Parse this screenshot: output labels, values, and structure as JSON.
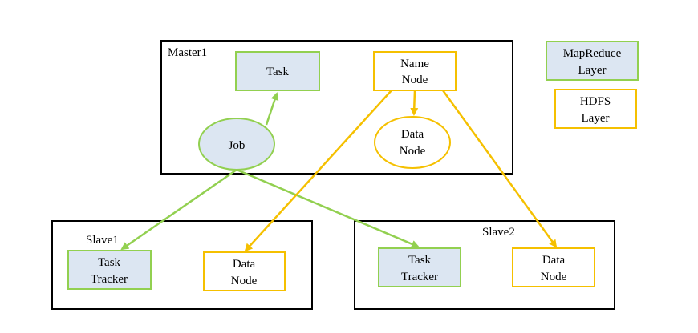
{
  "colors": {
    "mapreduce_stroke": "#92d050",
    "mapreduce_fill": "#dce6f2",
    "hdfs_stroke": "#f5c000",
    "hdfs_fill": "#ffffff",
    "container_stroke": "#000000"
  },
  "containers": {
    "master": "Master1",
    "slave1": "Slave1",
    "slave2": "Slave2"
  },
  "nodes": {
    "master_task": [
      "Task"
    ],
    "master_namenode": [
      "Name",
      "Node"
    ],
    "master_job": [
      "Job"
    ],
    "master_datanode": [
      "Data",
      "Node"
    ],
    "slave1_tasktracker": [
      "Task",
      "Tracker"
    ],
    "slave1_datanode": [
      "Data",
      "Node"
    ],
    "slave2_tasktracker": [
      "Task",
      "Tracker"
    ],
    "slave2_datanode": [
      "Data",
      "Node"
    ]
  },
  "legend": {
    "mapreduce": [
      "MapReduce",
      "Layer"
    ],
    "hdfs": [
      "HDFS",
      "Layer"
    ]
  }
}
